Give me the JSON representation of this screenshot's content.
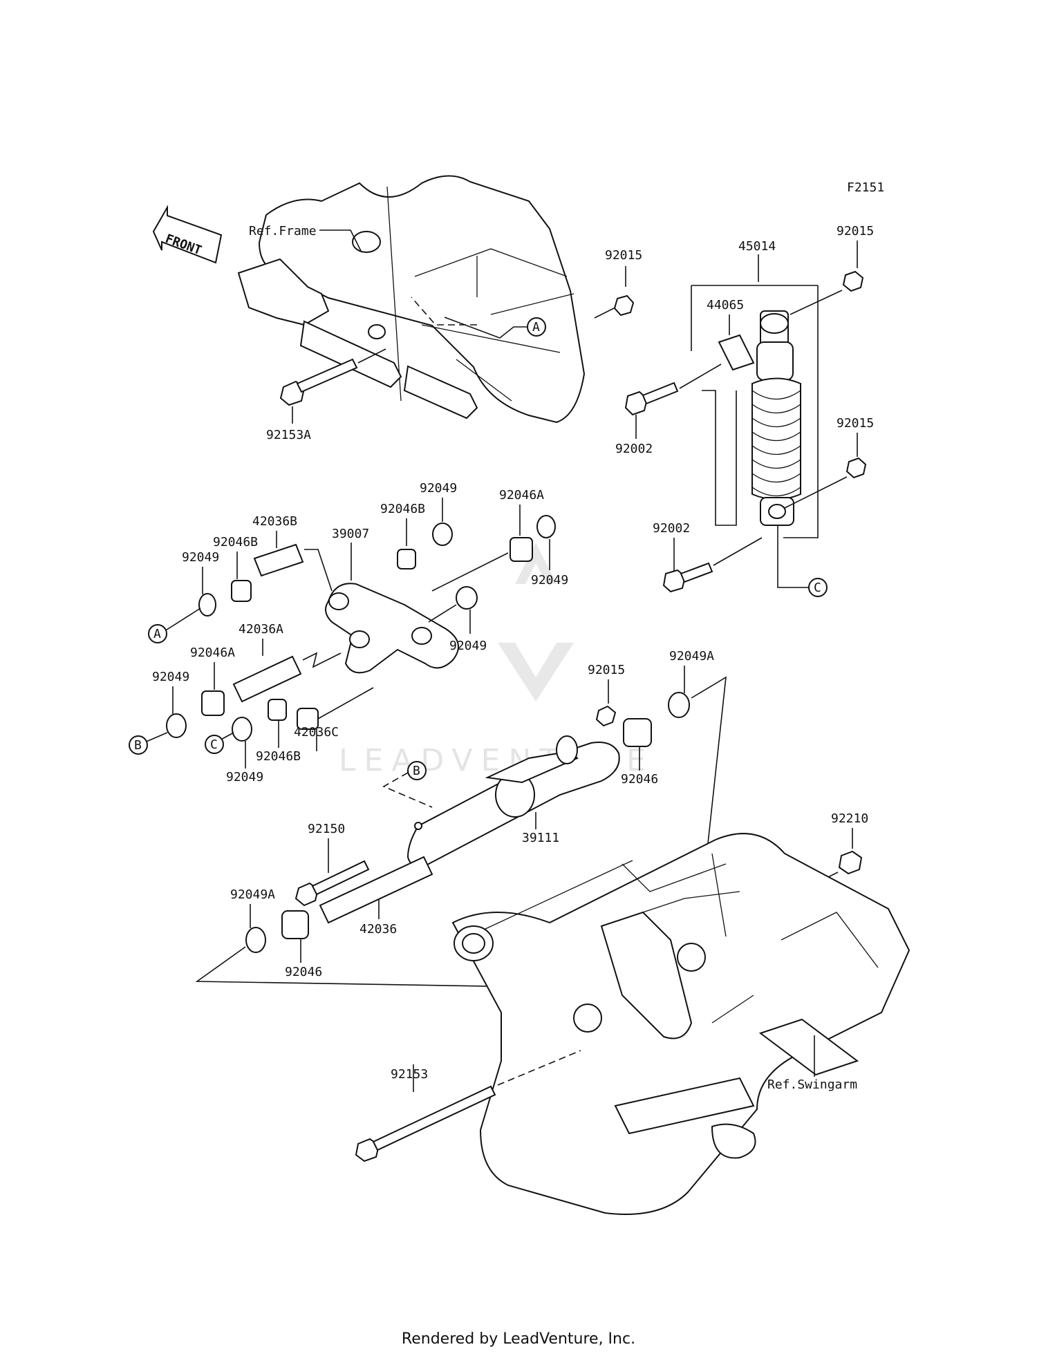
{
  "diagram_id": "F2151",
  "front_label": "FRONT",
  "refs": {
    "frame": "Ref.Frame",
    "swingarm": "Ref.Swingarm"
  },
  "callouts": {
    "a": "A",
    "b": "B",
    "c": "C"
  },
  "parts": {
    "p92015_top": "92015",
    "p92153A": "92153A",
    "p45014": "45014",
    "p92015_shock_top": "92015",
    "p44065": "44065",
    "p92002_top": "92002",
    "p92015_shock_bot": "92015",
    "p92002_bot": "92002",
    "p92049_a": "92049",
    "p92046B_a": "92046B",
    "p42036B": "42036B",
    "p39007": "39007",
    "p92046B_b": "92046B",
    "p92049_b": "92049",
    "p92046A_a": "92046A",
    "p92049_c": "92049",
    "p92049_d": "92049",
    "p42036A": "42036A",
    "p92046A_b": "92046A",
    "p92049_e": "92049",
    "p92046B_c": "92046B",
    "p42036C": "42036C",
    "p92049_f": "92049",
    "p92015_mid": "92015",
    "p92049A_a": "92049A",
    "p92046_a": "92046",
    "p39111": "39111",
    "p92150": "92150",
    "p92210": "92210",
    "p92049A_b": "92049A",
    "p42036": "42036",
    "p92046_b": "92046",
    "p92153": "92153"
  },
  "watermark": "LEADVENTURE",
  "footer": "Rendered by LeadVenture, Inc."
}
